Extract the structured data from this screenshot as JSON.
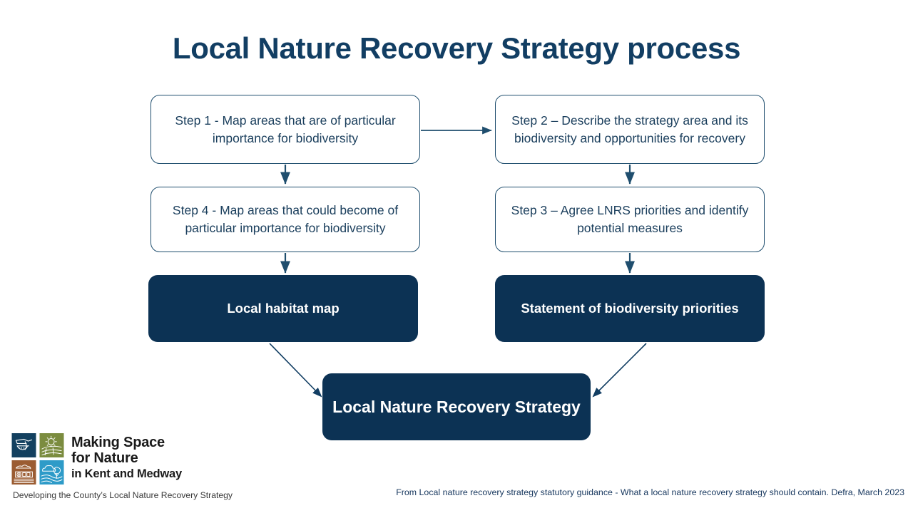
{
  "title": "Local Nature Recovery Strategy process",
  "colors": {
    "navy_fill": "#0C3254",
    "outline": "#1F4E6E",
    "title_blue": "#123E63",
    "arrow": "#1F4E6E",
    "logo_navy": "#13405F",
    "logo_olive": "#7B8C3F",
    "logo_brown": "#9B5C32",
    "logo_blue": "#2E9BC8"
  },
  "boxes": {
    "step1": "Step 1 - Map areas that are of particular importance for biodiversity",
    "step2": "Step 2 – Describe the strategy area and its biodiversity and opportunities for recovery",
    "step4": "Step 4 - Map areas that could become of particular importance for biodiversity",
    "step3": "Step 3 – Agree LNRS priorities and identify potential measures",
    "habitat_map": "Local habitat map",
    "biodiversity_priorities": "Statement of biodiversity priorities",
    "lnrs": "Local Nature Recovery Strategy"
  },
  "logo": {
    "line1": "Making Space",
    "line2": "for Nature",
    "line3": "in Kent and Medway",
    "caption": "Developing the County’s Local Nature Recovery Strategy",
    "tiles": [
      {
        "name": "coastal-bird-tile",
        "color": "#13405F"
      },
      {
        "name": "sun-fields-tile",
        "color": "#7B8C3F"
      },
      {
        "name": "heritage-tile",
        "color": "#9B5C32"
      },
      {
        "name": "woodland-river-tile",
        "color": "#2E9BC8"
      }
    ]
  },
  "footer": {
    "citation": "From Local nature recovery strategy statutory guidance - What a local nature recovery strategy should contain. Defra, March 2023"
  },
  "arrows": [
    {
      "name": "arrow-step1-to-step2",
      "type": "horizontal"
    },
    {
      "name": "arrow-step1-to-step4",
      "type": "vertical"
    },
    {
      "name": "arrow-step2-to-step3",
      "type": "vertical"
    },
    {
      "name": "arrow-step4-to-habitat-map",
      "type": "vertical"
    },
    {
      "name": "arrow-step3-to-biodiversity-priorities",
      "type": "vertical"
    },
    {
      "name": "arrow-habitat-map-to-lnrs",
      "type": "diagonal"
    },
    {
      "name": "arrow-biodiversity-priorities-to-lnrs",
      "type": "diagonal"
    }
  ]
}
